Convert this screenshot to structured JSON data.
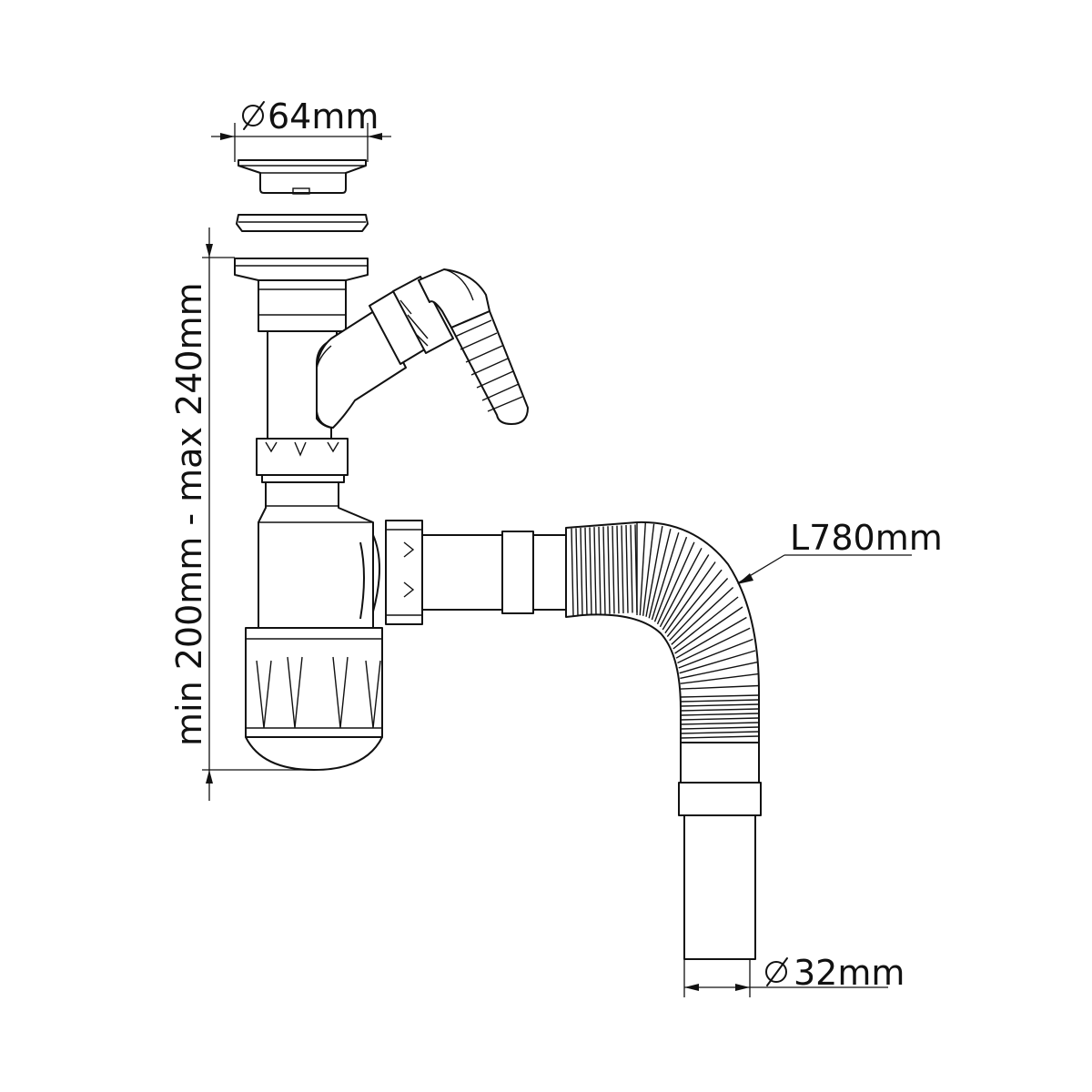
{
  "labels": {
    "top_diameter": "64mm",
    "height_range": "min 200mm - max 240mm",
    "hose_length": "L780mm",
    "outlet_diameter": "32mm"
  },
  "icons": {
    "diameter_symbol": "diameter-icon"
  }
}
